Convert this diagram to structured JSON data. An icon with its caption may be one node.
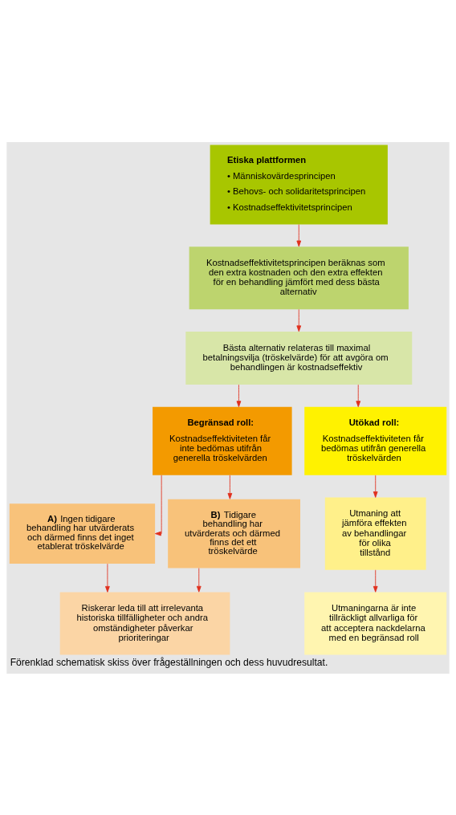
{
  "diagram": {
    "caption": "Förenklad schematisk skiss över frågeställningen och dess huvudresultat.",
    "nodes": [
      {
        "text": [
          "Etiska plattformen",
          "• Människovärdesprincipen",
          "• Behovs- och solidaritetsprincipen",
          "• Kostnadseffektivitetsprincipen"
        ]
      },
      {
        "text": [
          "Kostnadseffektivitetsprincipen beräknas som den extra kostnaden och den extra effekten för en behandling jämfört med dess bästa alternativ"
        ]
      },
      {
        "text": [
          "Bästa alternativ relateras till maximal betalningsvilja (tröskelvärde) för att avgöra om behandlingen är kostnadseffektiv"
        ]
      },
      {
        "text": [
          "Begränsad roll:",
          "Kostnadseffektiviteten får inte bedömas utifrån generella tröskelvärden"
        ]
      },
      {
        "text": [
          "Utökad roll:",
          "Kostnadseffektiviteten får bedömas utifrån generella tröskelvärden"
        ]
      },
      {
        "text": [
          "**A)** Ingen tidigare behandling har utvärderats och därmed finns det inget etablerat tröskelvärde"
        ]
      },
      {
        "text": [
          "**B)** Tidigare behandling har utvärderats och därmed finns det ett tröskelvärde"
        ]
      },
      {
        "text": [
          "Utmaning att jämföra effekten av behandlingar för olika tillstånd"
        ]
      },
      {
        "text": [
          "Riskerar leda till att irrelevanta historiska tillfälligheter och andra omständigheter påverkar prioriteringar"
        ]
      },
      {
        "text": [
          "Utmaningarna är inte tillräckligt allvarliga för att acceptera nackdelarna med en begränsad roll"
        ]
      }
    ],
    "edges": [
      {
        "from": 0,
        "to": 1,
        "arrow": "to"
      },
      {
        "from": 1,
        "to": 2,
        "arrow": "to"
      },
      {
        "from": 2,
        "to": 3,
        "arrow": "to"
      },
      {
        "from": 2,
        "to": 4,
        "arrow": "to"
      },
      {
        "from": 3,
        "to": 5,
        "arrow": "to"
      },
      {
        "from": 3,
        "to": 6,
        "arrow": "to"
      },
      {
        "from": 4,
        "to": 7,
        "arrow": "to"
      },
      {
        "from": 5,
        "to": 8,
        "arrow": "to"
      },
      {
        "from": 6,
        "to": 8,
        "arrow": "to"
      },
      {
        "from": 7,
        "to": 9,
        "arrow": "to"
      }
    ]
  }
}
